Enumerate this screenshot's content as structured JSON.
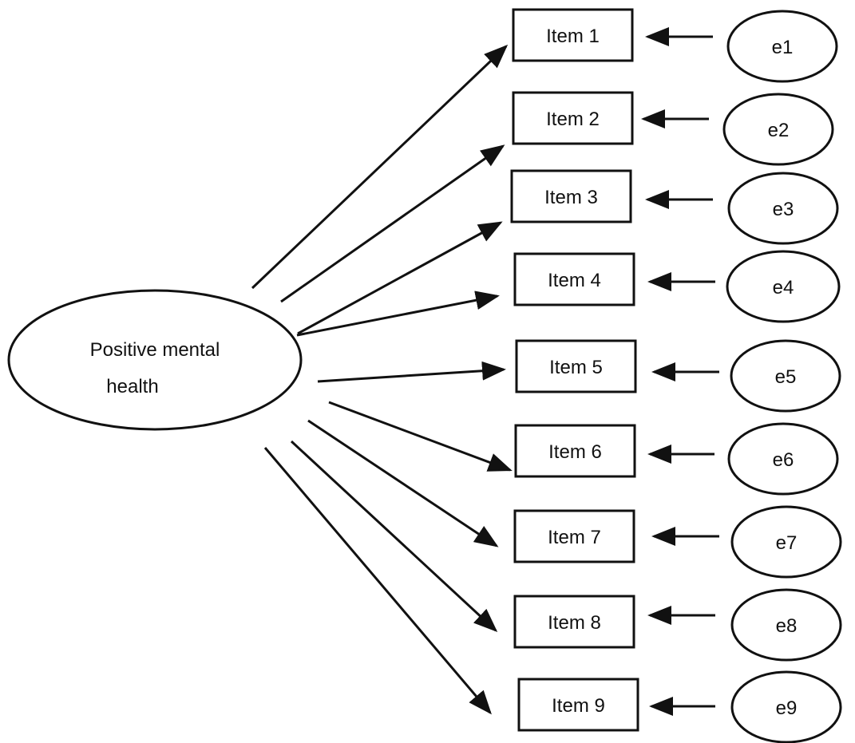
{
  "latent": {
    "line1": "Positive mental",
    "line2": "health"
  },
  "items": [
    {
      "label": "Item 1",
      "error": "e1"
    },
    {
      "label": "Item 2",
      "error": "e2"
    },
    {
      "label": "Item 3",
      "error": "e3"
    },
    {
      "label": "Item 4",
      "error": "e4"
    },
    {
      "label": "Item 5",
      "error": "e5"
    },
    {
      "label": "Item 6",
      "error": "e6"
    },
    {
      "label": "Item 7",
      "error": "e7"
    },
    {
      "label": "Item 8",
      "error": "e8"
    },
    {
      "label": "Item 9",
      "error": "e9"
    }
  ],
  "colors": {
    "stroke": "#111111",
    "background": "#ffffff"
  }
}
